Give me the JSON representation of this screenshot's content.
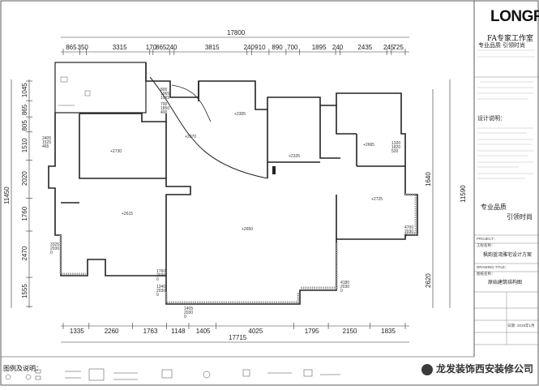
{
  "title_block": {
    "logo": "LONGFA",
    "studio": "FA专家工作室",
    "tagline_left": "专业品质",
    "tagline_right": "引领时尚",
    "slogan_1": "专业品质",
    "slogan_2": "引领时尚",
    "project_header": "PROJECT：",
    "project_label": "工程名称：",
    "project_name": "枫韵蓝湾雅宅设计方案",
    "drawing_header": "DRAWING TITLE：",
    "drawing_label": "图纸名称：",
    "drawing_name": "原始建筑结构图",
    "date_label": "日期：",
    "date_value": "2019年1月",
    "design_notes_title": "设计说明："
  },
  "legend": {
    "title": "图例及说明："
  },
  "watermark": {
    "text": "龙发装饰西安装修公司"
  },
  "dimensions": {
    "top_total": "17800",
    "top_segments": [
      "865",
      "350",
      "3315",
      "170",
      "865",
      "240",
      "3815",
      "240",
      "910",
      "890",
      "700",
      "1895",
      "240",
      "2435",
      "245",
      "725"
    ],
    "bottom_total": "17715",
    "bottom_segments": [
      "1335",
      "2260",
      "1763",
      "1148",
      "1405",
      "4025",
      "1795",
      "2150",
      "1835"
    ],
    "left_total": "11450",
    "left_segments": [
      "1045",
      "865",
      "805",
      "1510",
      "2020",
      "1760",
      "2470",
      "1555"
    ],
    "right_total": "11590",
    "right_segments": [
      "1640",
      "2620"
    ]
  },
  "rooms": [
    {
      "label": "+2730"
    },
    {
      "label": "+2370"
    },
    {
      "label": "+2305"
    },
    {
      "label": "+2325"
    },
    {
      "label": "+2665"
    },
    {
      "label": "+2615"
    },
    {
      "label": "+2650"
    },
    {
      "label": "+2725"
    }
  ],
  "window_notes": [
    {
      "lines": [
        "800",
        "1065",
        "1065"
      ]
    },
    {
      "lines": [
        "700",
        "1850",
        "400"
      ]
    },
    {
      "lines": [
        "2405",
        "1525",
        "465"
      ]
    },
    {
      "lines": [
        "3325",
        "2030",
        "0"
      ]
    },
    {
      "lines": [
        "1760",
        "2030",
        "0"
      ]
    },
    {
      "lines": [
        "1340",
        "2030",
        "0"
      ]
    },
    {
      "lines": [
        "1405",
        "2030",
        "0"
      ]
    },
    {
      "lines": [
        "4180",
        "2030",
        "0"
      ]
    },
    {
      "lines": [
        "4700",
        "2030",
        "0"
      ]
    },
    {
      "lines": [
        "1320",
        "1820",
        "520"
      ]
    }
  ]
}
